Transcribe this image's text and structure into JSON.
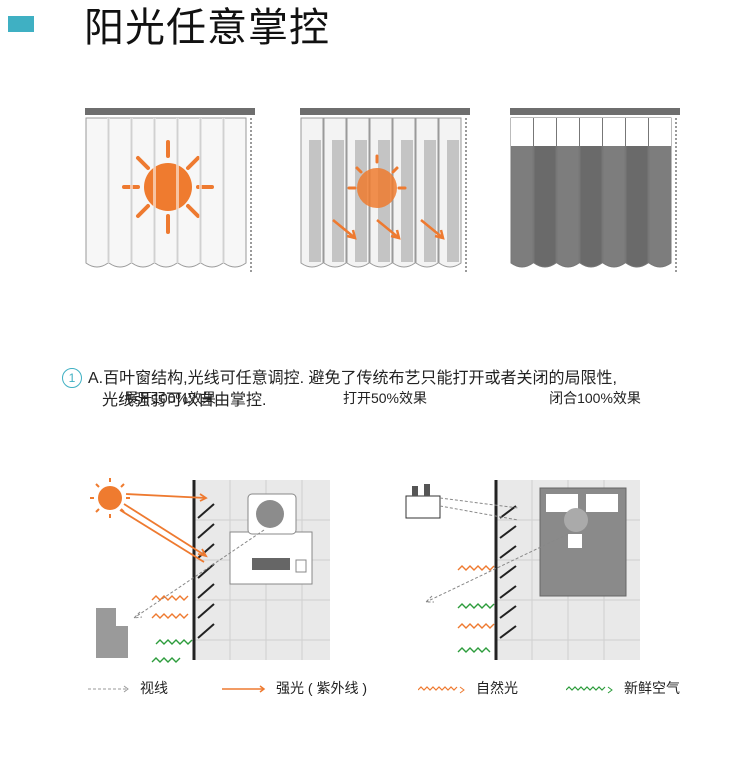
{
  "header": {
    "title": "阳光任意掌控",
    "accent_color": "#3fb0c3"
  },
  "panels": [
    {
      "caption": "展开100%效果"
    },
    {
      "caption": "打开50%效果"
    },
    {
      "caption": "闭合100%效果"
    }
  ],
  "note": {
    "number": "1",
    "line1": "A.百叶窗结构,光线可任意调控. 避免了传统布艺只能打开或者关闭的局限性,",
    "line2": "光线强弱可以自由掌控."
  },
  "legend": {
    "sight": "视线",
    "strong_light": "强光 ( 紫外线 )",
    "natural_light": "自然光",
    "fresh_air": "新鲜空气"
  },
  "colors": {
    "orange": "#ee7a30",
    "green": "#2d9c3c",
    "gray_blind": "#8c8c8c",
    "floor": "#e8e8e8"
  }
}
